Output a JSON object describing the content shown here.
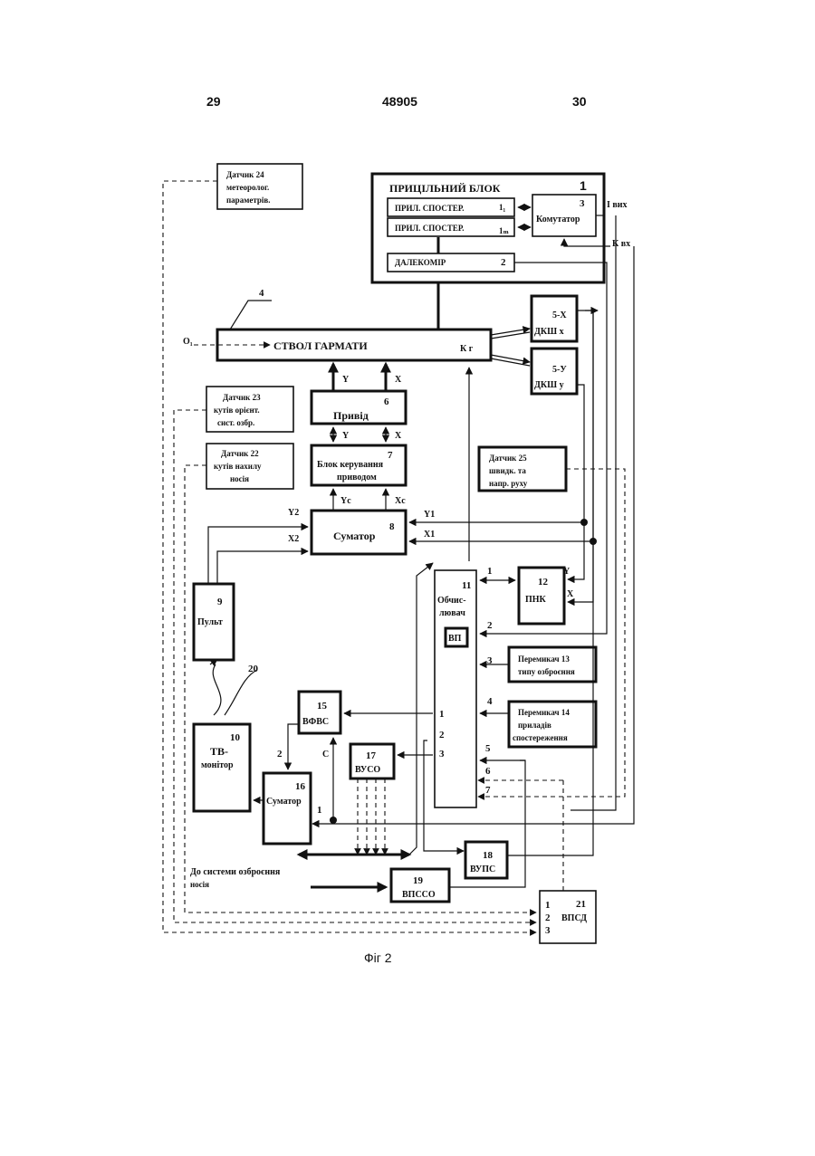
{
  "header": {
    "page_left": "29",
    "patent_number": "48905",
    "page_right": "30"
  },
  "blocks": {
    "b1": {
      "title": "ПРИЦІЛЬНИЙ БЛОК",
      "num": "1"
    },
    "b1a": {
      "label": "ПРИЛ. СПОСТЕР.",
      "idx": "1₁"
    },
    "b1b": {
      "label": "ПРИЛ. СПОСТЕР.",
      "idx": "1ₘ"
    },
    "b2": {
      "label": "ДАЛЕКОМІР",
      "num": "2"
    },
    "b3": {
      "label": "Комутатор",
      "num": "3"
    },
    "b4": {
      "label": "СТВОЛ ГАРМАТИ",
      "num": "4",
      "kg": "К г"
    },
    "b5x": {
      "num": "5-Х",
      "label": "ДКШ х"
    },
    "b5y": {
      "num": "5-У",
      "label": "ДКШ у"
    },
    "b6": {
      "label": "Привід",
      "num": "6"
    },
    "b7": {
      "line1": "Блок керування",
      "line2": "приводом",
      "num": "7"
    },
    "b8": {
      "label": "Суматор",
      "num": "8"
    },
    "b9": {
      "label": "Пульт",
      "num": "9"
    },
    "b10": {
      "line1": "ТВ-",
      "line2": "монітор",
      "num": "10"
    },
    "b11": {
      "line1": "Обчис-",
      "line2": "лювач",
      "num": "11",
      "inner": "ВП"
    },
    "b12": {
      "label": "ПНК",
      "num": "12"
    },
    "b13": {
      "line1": "Перемикач 13",
      "line2": "типу озброєння"
    },
    "b14": {
      "line1": "Перемикач 14",
      "line2": "приладів",
      "line3": "спостереження"
    },
    "b15": {
      "label": "ВФВС",
      "num": "15"
    },
    "b16": {
      "label": "Суматор",
      "num": "16"
    },
    "b17": {
      "label": "ВУСО",
      "num": "17"
    },
    "b18": {
      "label": "ВУПС",
      "num": "18"
    },
    "b19": {
      "label": "ВПССО",
      "num": "19"
    },
    "b21": {
      "label": "ВПСД",
      "num": "21",
      "in1": "1",
      "in2": "2",
      "in3": "3"
    },
    "b22": {
      "line1": "Датчик 22",
      "line2": "кутів нахилу",
      "line3": "носія"
    },
    "b23": {
      "line1": "Датчик 23",
      "line2": "кутів орієнт.",
      "line3": "сист. озбр."
    },
    "b24": {
      "line1": "Датчик 24",
      "line2": "метеоролог.",
      "line3": "параметрів."
    },
    "b25": {
      "line1": "Датчик 25",
      "line2": "швидк. та",
      "line3": "напр. руху"
    }
  },
  "signals": {
    "i_out": "І вих",
    "k_in": "К вх",
    "o1": "О₁",
    "y": "Y",
    "x": "X",
    "yc": "Yc",
    "xc": "Xc",
    "y1": "Y1",
    "x1": "X1",
    "y2": "Y2",
    "x2": "X2",
    "c": "С",
    "p1": "1",
    "p2": "2",
    "label20": "20"
  },
  "ports11": [
    "1",
    "2",
    "3",
    "4",
    "5",
    "6",
    "7"
  ],
  "ports11_left": [
    "1",
    "2",
    "3"
  ],
  "footer": {
    "weapons_line1": "До системи озброєння",
    "weapons_line2": "носія",
    "figure": "Фіг 2"
  }
}
